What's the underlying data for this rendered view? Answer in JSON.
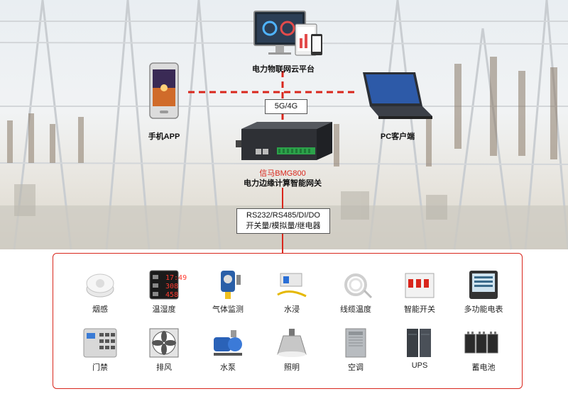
{
  "cloud_label": "电力物联网云平台",
  "phone_label": "手机APP",
  "pc_label": "PC客户端",
  "network_label": "5G/4G",
  "gateway": {
    "model": "信马BMG800",
    "name": "电力边缘计算智能网关"
  },
  "interfaces": {
    "line1": "RS232/RS485/DI/DO",
    "line2": "开关量/模拟量/继电器"
  },
  "devices": [
    {
      "label": "烟感",
      "icon": "smoke-detector-icon"
    },
    {
      "label": "温湿度",
      "icon": "thermo-hygrometer-icon"
    },
    {
      "label": "气体监测",
      "icon": "gas-detector-icon"
    },
    {
      "label": "水浸",
      "icon": "water-leak-sensor-icon"
    },
    {
      "label": "线缆温度",
      "icon": "cable-temperature-icon"
    },
    {
      "label": "智能开关",
      "icon": "smart-breaker-icon"
    },
    {
      "label": "多功能电表",
      "icon": "power-meter-icon"
    },
    {
      "label": "门禁",
      "icon": "access-keypad-icon"
    },
    {
      "label": "排风",
      "icon": "exhaust-fan-icon"
    },
    {
      "label": "水泵",
      "icon": "water-pump-icon"
    },
    {
      "label": "照明",
      "icon": "high-bay-light-icon"
    },
    {
      "label": "空调",
      "icon": "air-conditioner-icon"
    },
    {
      "label": "UPS",
      "icon": "ups-cabinet-icon"
    },
    {
      "label": "蓄电池",
      "icon": "battery-bank-icon"
    }
  ],
  "meter_readings": [
    "17:49",
    "308",
    "458"
  ],
  "colors": {
    "accent": "#d9261c",
    "line": "#d9261c"
  }
}
